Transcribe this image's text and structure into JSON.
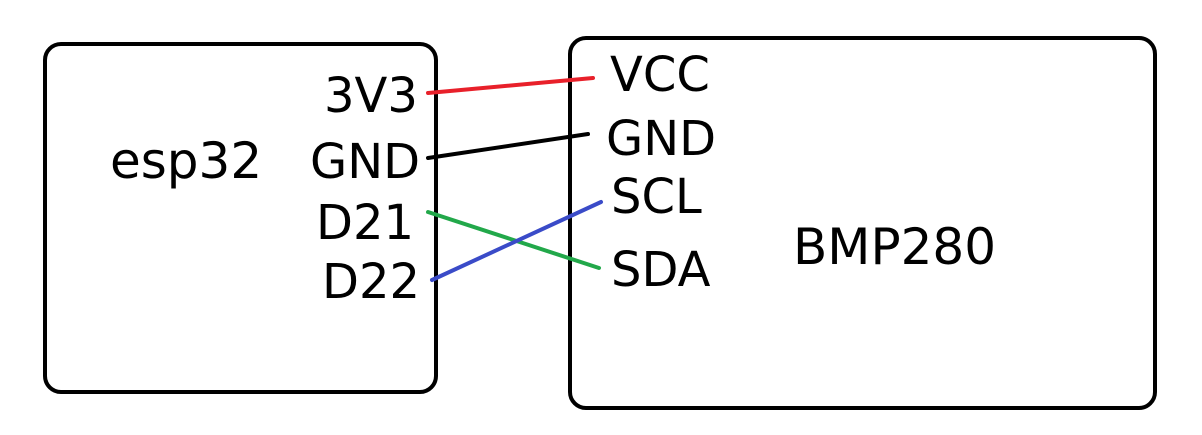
{
  "esp32": {
    "title": "esp32",
    "pins": [
      "3V3",
      "GND",
      "D21",
      "D22"
    ]
  },
  "bmp280": {
    "title": "BMP280",
    "pins": [
      "VCC",
      "GND",
      "SCL",
      "SDA"
    ]
  },
  "connections": [
    {
      "from": "3V3",
      "to": "VCC",
      "color": "#e8202a"
    },
    {
      "from": "GND",
      "to": "GND",
      "color": "#000000"
    },
    {
      "from": "D21",
      "to": "SDA",
      "color": "#22a84a"
    },
    {
      "from": "D22",
      "to": "SCL",
      "color": "#3a4bc8"
    }
  ],
  "colors": {
    "outline": "#000000",
    "background": "#ffffff"
  }
}
